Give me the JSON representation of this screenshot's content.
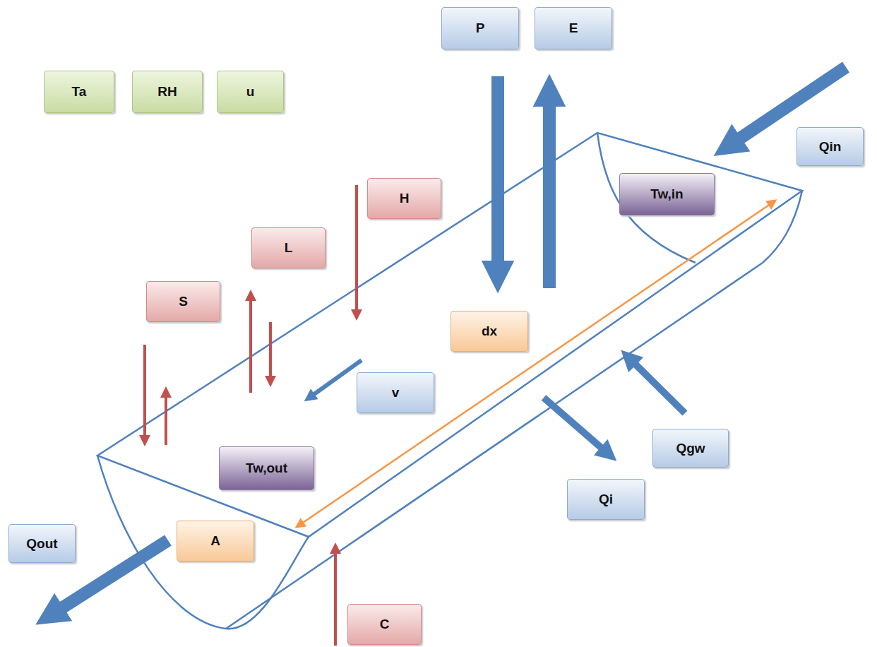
{
  "diagram": {
    "nodes": [
      {
        "text": [
          "Ta"
        ]
      },
      {
        "text": [
          "RH"
        ]
      },
      {
        "text": [
          "u"
        ]
      },
      {
        "text": [
          "P"
        ]
      },
      {
        "text": [
          "E"
        ]
      },
      {
        "text": [
          "Qin"
        ]
      },
      {
        "text": [
          "Tw,in"
        ]
      },
      {
        "text": [
          "H"
        ]
      },
      {
        "text": [
          "L"
        ]
      },
      {
        "text": [
          "S"
        ]
      },
      {
        "text": [
          "dx"
        ]
      },
      {
        "text": [
          "v"
        ]
      },
      {
        "text": [
          "Qgw"
        ]
      },
      {
        "text": [
          "Qi"
        ]
      },
      {
        "text": [
          "Tw,out"
        ]
      },
      {
        "text": [
          "A"
        ]
      },
      {
        "text": [
          "Qout"
        ]
      },
      {
        "text": [
          "C"
        ]
      }
    ]
  }
}
